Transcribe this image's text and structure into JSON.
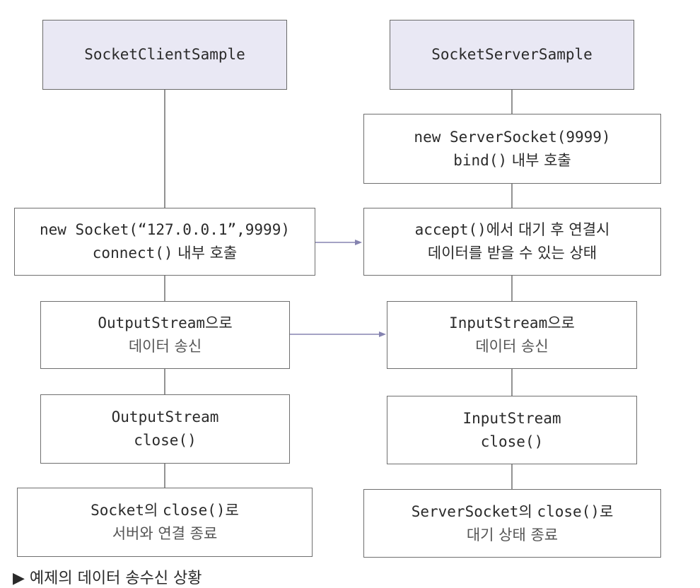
{
  "colors": {
    "header_fill": "#e9e8f4",
    "border": "#6f6f6f",
    "arrow": "#8583b0"
  },
  "client": {
    "title": "SocketClientSample",
    "socket": {
      "code": "new Socket(“127.0.0.1”,9999)",
      "code2": "connect()",
      "note": " 내부 호출"
    },
    "output_send": {
      "code": "OutputStream",
      "suffix": "으로",
      "note": "데이터 송신"
    },
    "output_close": {
      "line1": "OutputStream",
      "line2": "close()"
    },
    "socket_close": {
      "code": "Socket",
      "mid": "의 ",
      "code2": "close()",
      "suffix": "로",
      "note": "서버와 연결 종료"
    }
  },
  "server": {
    "title": "SocketServerSample",
    "server_socket": {
      "code": "new ServerSocket(9999)",
      "code2": "bind()",
      "note": " 내부 호출"
    },
    "accept": {
      "code": "accept()",
      "suffix": "에서 대기 후 연결시",
      "note": "데이터를 받을 수 있는 상태"
    },
    "input_send": {
      "code": "InputStream",
      "suffix": "으로",
      "note": "데이터 송신"
    },
    "input_close": {
      "line1": "InputStream",
      "line2": "close()"
    },
    "server_close": {
      "code": "ServerSocket",
      "mid": "의 ",
      "code2": "close()",
      "suffix": "로",
      "note": "대기 상태 종료"
    }
  },
  "caption": "▶ 예제의 데이터 송수신 상황"
}
